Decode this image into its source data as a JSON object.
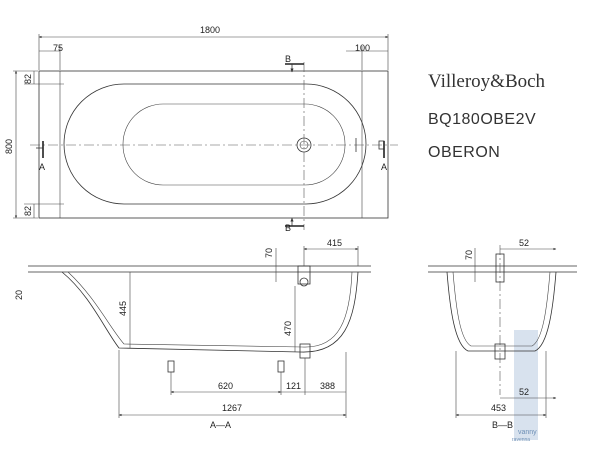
{
  "brand": {
    "name": "Villeroy&Boch",
    "model_code": "BQ180OBE2V",
    "series": "OBERON"
  },
  "plan_view": {
    "length": "1800",
    "width": "800",
    "left_offset": "75",
    "right_offset": "100",
    "top_rim": "82",
    "bottom_rim": "82",
    "section_b_top": "B",
    "section_b_bottom": "B",
    "section_a_left": "A",
    "section_a_right": "A"
  },
  "section_aa": {
    "label": "A—A",
    "rim_thickness": "20",
    "depth_inner": "445",
    "overflow_height": "70",
    "overflow_to_end": "415",
    "overflow_depth": "470",
    "foot_spacing": "620",
    "foot_to_drain": "121",
    "drain_to_end": "388",
    "bottom_length": "1267"
  },
  "section_bb": {
    "label": "B—B",
    "overflow_height": "70",
    "overflow_offset": "52",
    "drain_offset": "52",
    "bottom_width": "453"
  },
  "watermark": {
    "text": "vanny",
    "subtext": "ravenna"
  }
}
